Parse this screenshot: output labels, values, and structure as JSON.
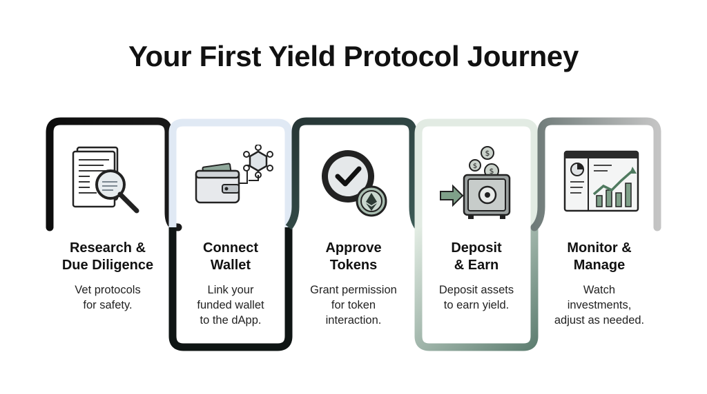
{
  "title": "Your First Yield Protocol Journey",
  "steps": [
    {
      "title_line1": "Research &",
      "title_line2": "Due Diligence",
      "desc_line1": "Vet protocols",
      "desc_line2": "for safety.",
      "desc_line3": "",
      "icon": "document-magnifier-icon",
      "color": "#0f0f0f"
    },
    {
      "title_line1": "Connect",
      "title_line2": "Wallet",
      "desc_line1": "Link your",
      "desc_line2": "funded wallet",
      "desc_line3": "to the dApp.",
      "icon": "wallet-blockchain-icon",
      "color": "#dfe8f3"
    },
    {
      "title_line1": "Approve",
      "title_line2": "Tokens",
      "desc_line1": "Grant permission",
      "desc_line2": "for token",
      "desc_line3": "interaction.",
      "icon": "checkmark-token-icon",
      "color": "#1f2b2b"
    },
    {
      "title_line1": "Deposit",
      "title_line2": "& Earn",
      "desc_line1": "Deposit assets",
      "desc_line2": "to earn yield.",
      "desc_line3": "",
      "icon": "safe-deposit-icon",
      "color": "#dde8df"
    },
    {
      "title_line1": "Monitor &",
      "title_line2": "Manage",
      "desc_line1": "Watch",
      "desc_line2": "investments,",
      "desc_line3": "adjust as needed.",
      "icon": "dashboard-chart-icon",
      "color": "#a9abab"
    }
  ]
}
